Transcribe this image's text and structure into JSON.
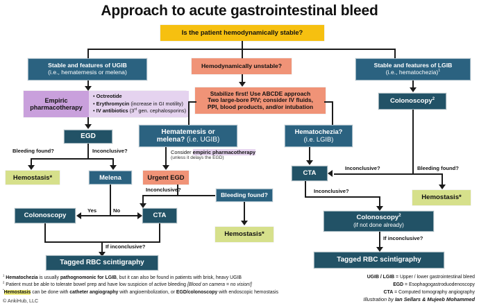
{
  "title": "Approach to acute gastrointestinal bleed",
  "root": {
    "label": "Is the patient hemodynamically stable?"
  },
  "branches": {
    "ugib": {
      "line1": "Stable and features of UGIB",
      "line2": "(i.e., hematemesis or melena)"
    },
    "unstable": {
      "label": "Hemodynamically unstable?"
    },
    "lgib": {
      "line1": "Stable and features of LGIB",
      "line2": "(i.e., hematochezia)",
      "sup": "1"
    }
  },
  "pharm": {
    "title_l1": "Empiric",
    "title_l2": "pharmacotherapy",
    "items": [
      {
        "bold": "Octreotide",
        "normal": ""
      },
      {
        "bold": "Erythromycin",
        "normal": " (increase in GI motility)"
      },
      {
        "bold": "IV antibiotics",
        "normal": " (3rd gen. cephalosporins)",
        "sup_after_bold": "rd"
      }
    ]
  },
  "left_path": {
    "egd": "EGD",
    "edge_bleeding_found": "Bleeding found?",
    "edge_inconclusive": "Inconclusive?",
    "hemostasis": "Hemostasis*",
    "melena": "Melena",
    "yes": "Yes",
    "no": "No",
    "colonoscopy": "Colonoscopy",
    "cta": "CTA",
    "edge_if_inconclusive": "If inconclusive?",
    "tagged_rbc": "Tagged RBC scintigraphy"
  },
  "middle_path": {
    "stabilize_l1": "Stabilize first!  Use ABCDE approach",
    "stabilize_l2": "Two large-bore PIV; consider IV fluids,",
    "stabilize_l3": "PPI, blood products, and/or intubation",
    "hematemesis_l1": "Hematemesis or",
    "hematemesis_l2_bold": "melena?",
    "hematemesis_l2_normal": " (i.e. UGIB)",
    "consider_l1_pre": "Consider ",
    "consider_l1_hl": "empiric pharmacotherapy",
    "consider_l2": "(unless it delays the EGD)",
    "urgent_egd": "Urgent EGD",
    "edge_inconclusive": "Inconclusive?",
    "cta": "CTA",
    "bleeding_found": "Bleeding found?",
    "hemostasis": "Hemostasis*"
  },
  "right_path": {
    "hematochezia_l1": "Hematochezia?",
    "hematochezia_l2": "(i.e. LGIB)",
    "colonoscopy": "Colonoscopy",
    "colonoscopy_sup": "2",
    "edge_inconclusive": "Inconclusive?",
    "edge_bleeding_found": "Bleeding found?",
    "hemostasis": "Hemostasis*",
    "edge_inconclusive2": "Inconclusive?",
    "colonoscopy2_l1": "Colonoscopy",
    "colonoscopy2_sup": "2",
    "colonoscopy2_l2": "(if not done already)",
    "edge_if_inconclusive": "If inconclusive?",
    "tagged_rbc": "Tagged RBC scintigraphy"
  },
  "footnotes": {
    "fn1_sup": "1",
    "fn1_bold1": "Hematochezia",
    "fn1_mid": " is usually ",
    "fn1_bold2": "pathognomonic for LGIB",
    "fn1_tail": ", but it can also be found in patients with brisk, heavy UGIB",
    "fn2_sup": "2",
    "fn2_text": "Patient must be able to tolerate bowel prep and have low suspicion of active bleeding  ",
    "fn2_italic": "[Blood on camera = no vision!]",
    "fn3_sup": "*",
    "fn3_hl": "Hemostasis",
    "fn3_mid": " can be done with ",
    "fn3_bold1": "catheter angiography",
    "fn3_mid2": " with angioembolization, or ",
    "fn3_bold2": "EGD/colonoscopy",
    "fn3_tail": " with endoscopic hemostasis",
    "copyright": "© AnkiHub, LLC"
  },
  "legend": [
    {
      "term": "UGIB / LGIB",
      "def": " = Upper / lower gastrointestinal bleed"
    },
    {
      "term": "EGD",
      "def": " = Esophagogastroduodenoscopy"
    },
    {
      "term": "CTA",
      "def": " = Computed tomography angiography"
    }
  ],
  "credit": {
    "pre": "Illustration by ",
    "names": "Ian Sellars & Mujeeb Mohammed"
  },
  "colors": {
    "teal": "#225266",
    "teal_light": "#2b6280",
    "yellow": "#f6c010",
    "salmon": "#f09377",
    "green": "#d6e08b",
    "lilac_dark": "#c9a0dc",
    "lilac_light": "#e5d3ef",
    "line": "#1b1b1b"
  }
}
